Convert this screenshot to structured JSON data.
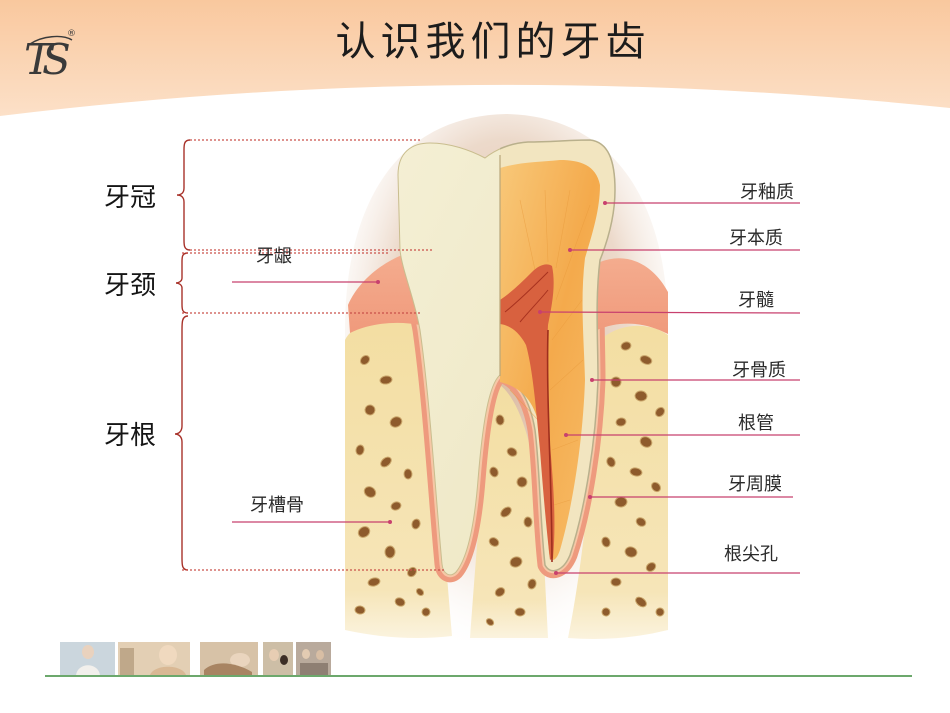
{
  "slide": {
    "title": "认识我们的牙齿"
  },
  "logo": {
    "monogram": "TS",
    "mark": "®"
  },
  "diagram": {
    "regions": [
      {
        "label": "牙冠"
      },
      {
        "label": "牙颈"
      },
      {
        "label": "牙根"
      }
    ],
    "left_parts": [
      {
        "label": "牙龈"
      },
      {
        "label": "牙槽骨"
      }
    ],
    "right_parts": [
      {
        "label": "牙釉质"
      },
      {
        "label": "牙本质"
      },
      {
        "label": "牙髓"
      },
      {
        "label": "牙骨质"
      },
      {
        "label": "根管"
      },
      {
        "label": "牙周膜"
      },
      {
        "label": "根尖孔"
      }
    ]
  },
  "colors": {
    "header_peach": "#F9C89E",
    "header_peach_light": "#FCE2CB",
    "leader_line": "#C8406E",
    "bracket": "#A8322A",
    "dotted_guide": "#C9504A",
    "footer_line": "#3C8C3C",
    "enamel": "#EDE6C2",
    "dentin": "#F4AA4C",
    "pulp": "#D8613F",
    "gum": "#F09A7C",
    "bone": "#F3DEA2",
    "bone_pore": "#8E5B2C"
  }
}
